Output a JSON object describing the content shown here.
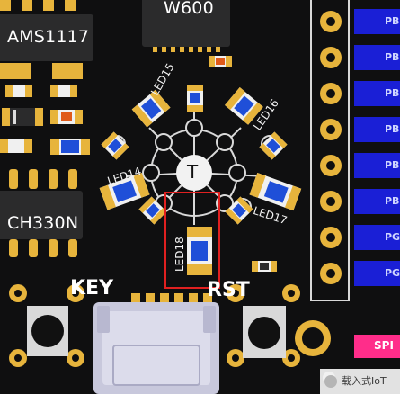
{
  "chips": {
    "ams1117": "AMS1117",
    "ch330n": "CH330N",
    "w600": "W600"
  },
  "leds": {
    "led14": "LED14",
    "led15": "LED15",
    "led16": "LED16",
    "led17": "LED17",
    "led18": "LED18"
  },
  "center_pad": "T",
  "buttons": {
    "key": "KEY",
    "rst": "RST"
  },
  "header_pins": [
    "PB",
    "PB",
    "PB",
    "PB",
    "PB",
    "PB",
    "PG",
    "PG"
  ],
  "spi_label": "SPI",
  "watermark": "载入式IoT",
  "colors": {
    "board": "#0f0f10",
    "pad": "#e7b43c",
    "led": "#1f4fd8",
    "header_pin": "#1a1fd6",
    "spi": "#ff2d8a",
    "highlight": "#e02020"
  }
}
